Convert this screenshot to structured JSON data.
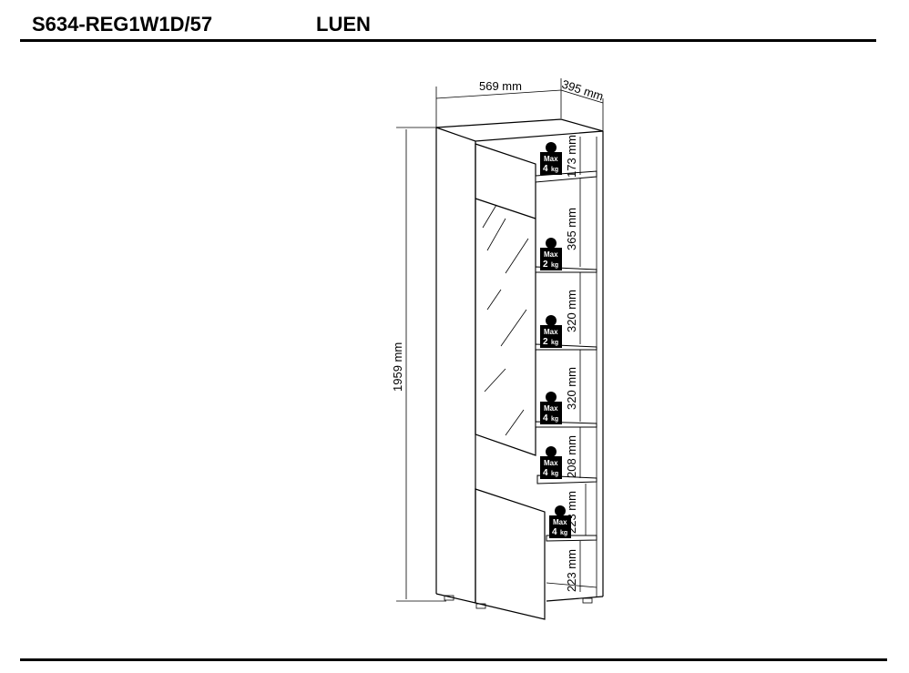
{
  "header": {
    "code": "S634-REG1W1D/57",
    "name": "LUEN"
  },
  "dimensions": {
    "width": "569 mm",
    "depth": "395 mm",
    "height": "1959 mm",
    "compartments": [
      "173 mm",
      "365 mm",
      "320 mm",
      "320 mm",
      "208 mm",
      "223 mm",
      "223 mm"
    ]
  },
  "load_badges": [
    {
      "label": "Max",
      "value": "4",
      "unit": "kg"
    },
    {
      "label": "Max",
      "value": "2",
      "unit": "kg"
    },
    {
      "label": "Max",
      "value": "2",
      "unit": "kg"
    },
    {
      "label": "Max",
      "value": "4",
      "unit": "kg"
    },
    {
      "label": "Max",
      "value": "4",
      "unit": "kg"
    },
    {
      "label": "Max",
      "value": "4",
      "unit": "kg"
    }
  ]
}
